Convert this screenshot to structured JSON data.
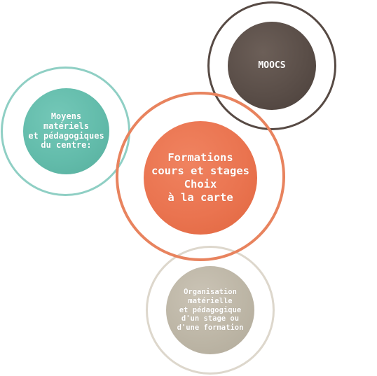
{
  "diagram": {
    "nodes": [
      {
        "id": "moocs",
        "label": "MOOCS",
        "color": "#574a44",
        "ring_color": "#574a44"
      },
      {
        "id": "moyens",
        "label": "Moyens\nmatériels\net pédagogiques\ndu centre:",
        "color": "#63bcab",
        "ring_color": "#8fcfc4"
      },
      {
        "id": "formations",
        "label": "Formations\ncours et stages\nChoix\nà la carte",
        "color": "#ea7450",
        "ring_color": "#e8835e"
      },
      {
        "id": "organisation",
        "label": "Organisation\nmatérielle\net pédagogique\nd'un stage ou\nd'une formation",
        "color": "#bdb6a6",
        "ring_color": "#ddd7cc"
      }
    ]
  }
}
